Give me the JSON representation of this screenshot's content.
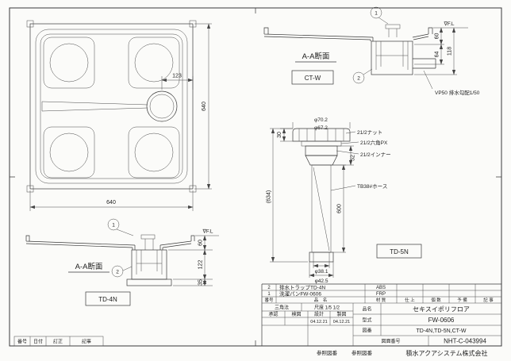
{
  "sheet": {
    "company": "積水アクアシステム株式会社",
    "ref_left": "参照図番",
    "ref_right": "参照図番"
  },
  "revision": {
    "no": "番号",
    "date": "日付",
    "by": "訂正",
    "note": "記事"
  },
  "plan": {
    "dim_offset": "123",
    "dim_width": "640",
    "dim_height": "640"
  },
  "ctw": {
    "title": "A-A断面",
    "label": "CT-W",
    "fl": "∇F.L",
    "dim_a": "60",
    "dim_b": "64",
    "dim_c": "118",
    "pipe_note": "VP50 排水勾配1/50",
    "balloon1": "1",
    "balloon2": "2"
  },
  "td5n": {
    "label": "TD-5N",
    "dim_phi_top1": "φ70.2",
    "dim_phi_top2": "φ67.2",
    "dim_30": "30",
    "dim_52": "52",
    "dim_total": "(634)",
    "dim_hose": "600",
    "dim_phi_bot1": "φ38.1",
    "dim_phi_bot2": "φ42.5",
    "callout_nut": "21/2ナット",
    "callout_packing": "21/2六角PX",
    "callout_inner": "21/2インナー",
    "callout_hose": "TB38#ホース"
  },
  "td4n": {
    "title": "A-A断面",
    "label": "TD-4N",
    "fl": "∇F.L",
    "dim_a": "60",
    "dim_b": "122",
    "dim_c": "35",
    "balloon1": "1",
    "balloon2": "2"
  },
  "title_block": {
    "headers": [
      "番号",
      "品　名",
      "材 質",
      "仕 上",
      "個 数",
      "予 備",
      "記 事"
    ],
    "parts": [
      {
        "no": "2",
        "name": "排水トラップTD-4N",
        "material": "ABS"
      },
      {
        "no": "1",
        "name": "洗濯パンFW-0606",
        "material": "FRP"
      }
    ],
    "projection": "三角法",
    "scale": "尺度 1/5 1/2",
    "approval": [
      "承認",
      "検図",
      "設計",
      "製図"
    ],
    "date1": "04.12.21",
    "date2": "04.12.21",
    "product_label": "品名",
    "product": "セキスイポリフロア",
    "model_label": "型式",
    "model": "FW-0606",
    "drawings_label": "図番",
    "drawings": "TD-4N,TD-5N,CT-W",
    "number_label": "図面番号",
    "number": "NHT-C-043994"
  }
}
